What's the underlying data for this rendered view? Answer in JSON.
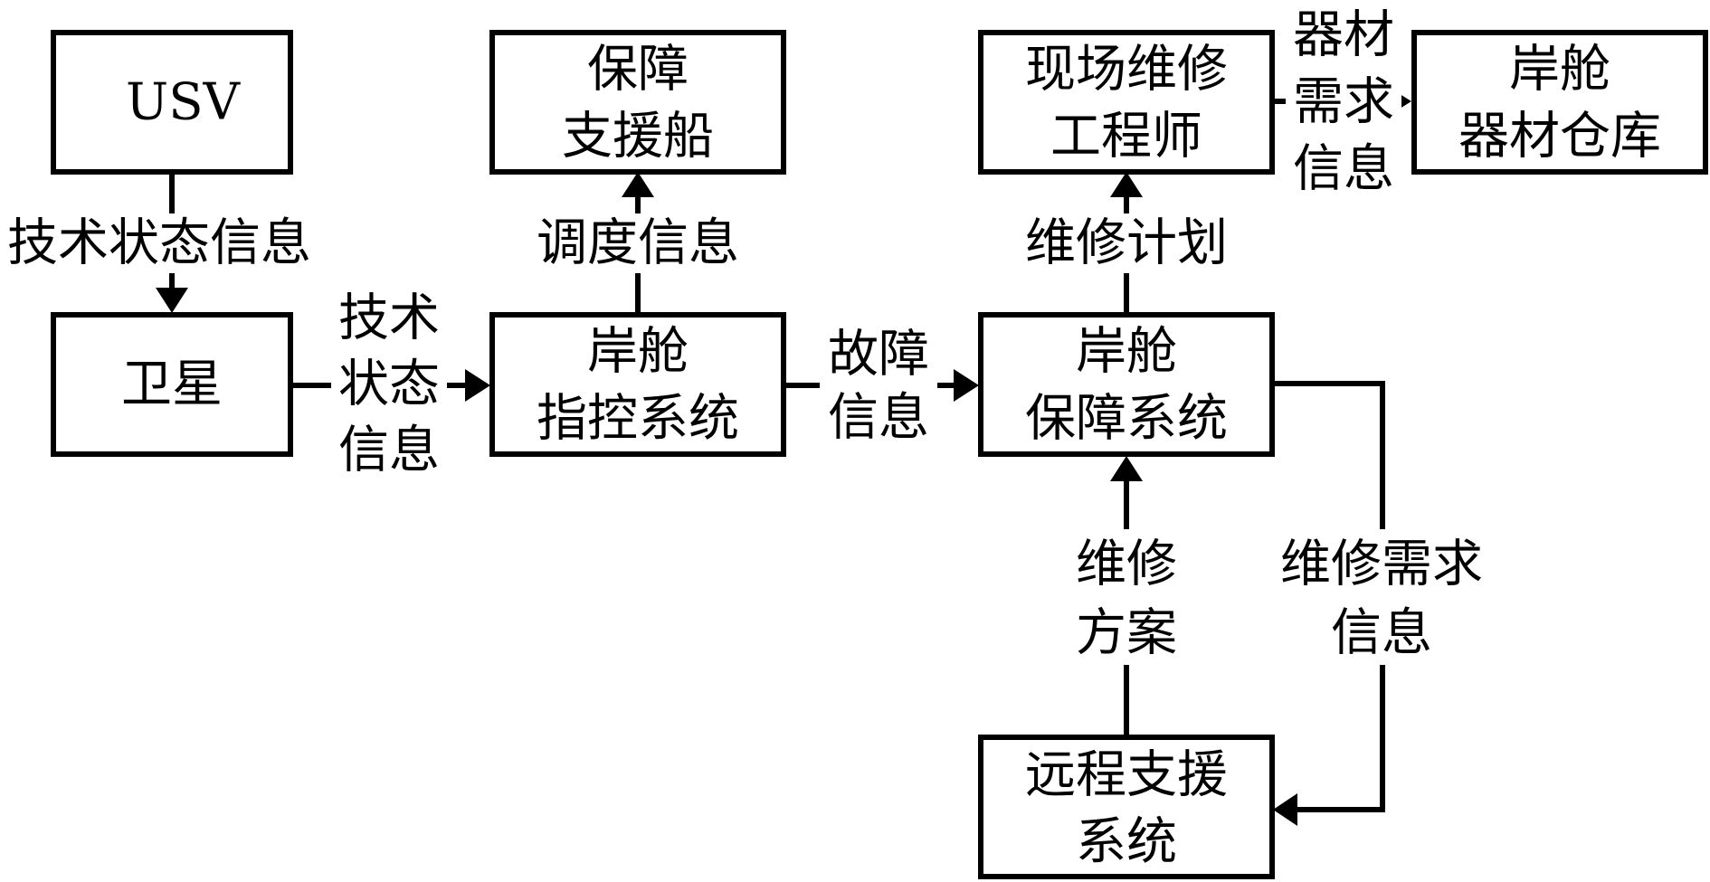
{
  "nodes": {
    "usv": {
      "lines": [
        "USV"
      ]
    },
    "satellite": {
      "lines": [
        "卫星"
      ]
    },
    "support_ship": {
      "lines": [
        "保障",
        "支援船"
      ]
    },
    "shore_command": {
      "lines": [
        "岸舱",
        "指控系统"
      ]
    },
    "onsite_engineer": {
      "lines": [
        "现场维修",
        "工程师"
      ]
    },
    "shore_warehouse": {
      "lines": [
        "岸舱",
        "器材仓库"
      ]
    },
    "shore_support": {
      "lines": [
        "岸舱",
        "保障系统"
      ]
    },
    "remote_support": {
      "lines": [
        "远程支援",
        "系统"
      ]
    }
  },
  "edges": {
    "usv_to_satellite": {
      "lines": [
        "技术状态信息"
      ]
    },
    "satellite_to_command": {
      "lines": [
        "技术",
        "状态",
        "信息"
      ]
    },
    "command_to_ship": {
      "lines": [
        "调度信息"
      ]
    },
    "command_to_support": {
      "lines": [
        "故障",
        "信息"
      ]
    },
    "support_to_engineer": {
      "lines": [
        "维修计划"
      ]
    },
    "engineer_to_warehouse": {
      "lines": [
        "器材",
        "需求",
        "信息"
      ]
    },
    "remote_to_support": {
      "lines": [
        "维修",
        "方案"
      ]
    },
    "support_to_remote": {
      "lines": [
        "维修需求",
        "信息"
      ]
    }
  }
}
